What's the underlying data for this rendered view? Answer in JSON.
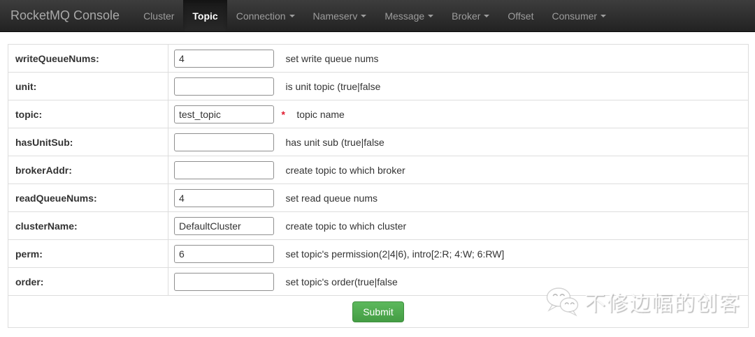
{
  "navbar": {
    "brand": "RocketMQ Console",
    "items": [
      {
        "label": "Cluster",
        "active": false,
        "caret": false
      },
      {
        "label": "Topic",
        "active": true,
        "caret": false
      },
      {
        "label": "Connection",
        "active": false,
        "caret": true
      },
      {
        "label": "Nameserv",
        "active": false,
        "caret": true
      },
      {
        "label": "Message",
        "active": false,
        "caret": true
      },
      {
        "label": "Broker",
        "active": false,
        "caret": true
      },
      {
        "label": "Offset",
        "active": false,
        "caret": false
      },
      {
        "label": "Consumer",
        "active": false,
        "caret": true
      }
    ]
  },
  "form": {
    "required_marker": "*",
    "submit_label": "Submit",
    "rows": [
      {
        "label": "writeQueueNums:",
        "value": "4",
        "required": false,
        "desc": "set write queue nums"
      },
      {
        "label": "unit:",
        "value": "",
        "required": false,
        "desc": "is unit topic (true|false"
      },
      {
        "label": "topic:",
        "value": "test_topic",
        "required": true,
        "desc": "topic name"
      },
      {
        "label": "hasUnitSub:",
        "value": "",
        "required": false,
        "desc": "has unit sub (true|false"
      },
      {
        "label": "brokerAddr:",
        "value": "",
        "required": false,
        "desc": "create topic to which broker"
      },
      {
        "label": "readQueueNums:",
        "value": "4",
        "required": false,
        "desc": "set read queue nums"
      },
      {
        "label": "clusterName:",
        "value": "DefaultCluster",
        "required": false,
        "desc": "create topic to which cluster"
      },
      {
        "label": "perm:",
        "value": "6",
        "required": false,
        "desc": "set topic's permission(2|4|6), intro[2:R; 4:W; 6:RW]"
      },
      {
        "label": "order:",
        "value": "",
        "required": false,
        "desc": "set topic's order(true|false"
      }
    ]
  },
  "watermark": {
    "text": "不修边幅的创客",
    "icon": "wechat-icon"
  },
  "colors": {
    "navbar_top": "#3d3d3d",
    "navbar_bottom": "#222222",
    "nav_text": "#9d9d9d",
    "nav_active_text": "#ffffff",
    "table_border": "#dddddd",
    "submit_green": "#5cb85c",
    "required_red": "#e0192d"
  }
}
